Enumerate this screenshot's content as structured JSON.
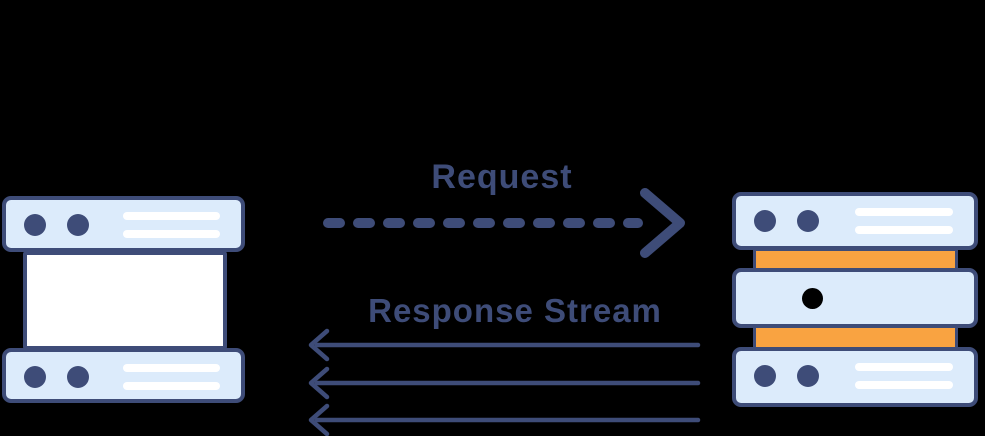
{
  "colors": {
    "background": "#000000",
    "navy": "#3e4c78",
    "panel_blue": "#dcebfb",
    "panel_white": "#ffffff",
    "orange": "#f9a341",
    "dot_black": "#000000",
    "line_white": "#ffffff"
  },
  "diagram": {
    "client": {
      "icon": "client-window-icon"
    },
    "server": {
      "icon": "server-stack-icon"
    },
    "request": {
      "label": "Request",
      "direction": "left-to-right",
      "line_style": "dashed"
    },
    "response": {
      "label": "Response Stream",
      "direction": "right-to-left",
      "line_style": "solid",
      "arrow_count": 3
    }
  }
}
